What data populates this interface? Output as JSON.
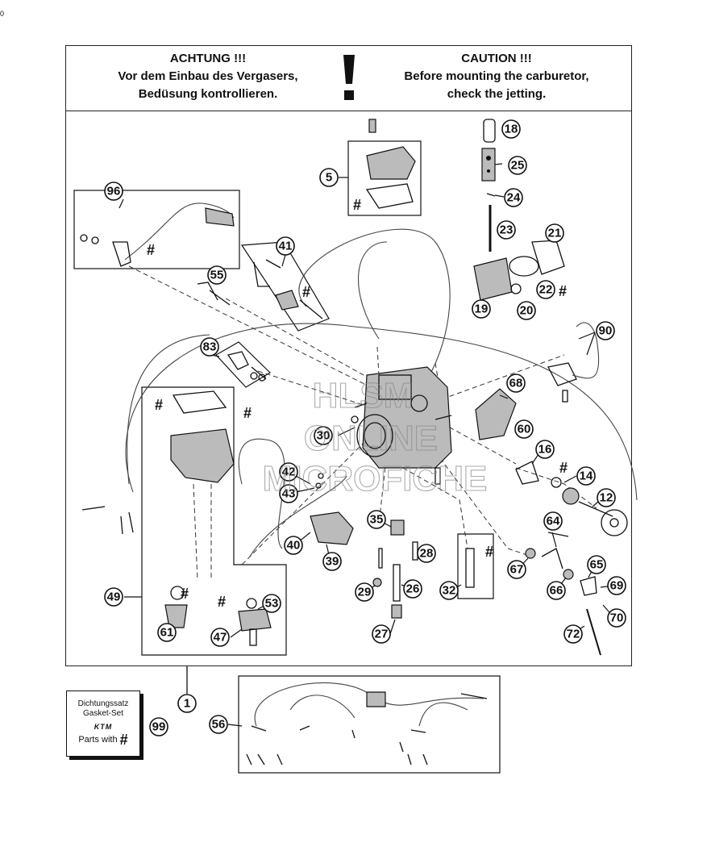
{
  "page_id": "0",
  "warning": {
    "de_title": "ACHTUNG !!!",
    "de_line1": "Vor dem Einbau des Vergasers,",
    "de_line2": "Bedüsung kontrollieren.",
    "en_title": "CAUTION !!!",
    "en_line1": "Before mounting the carburetor,",
    "en_line2": "check the jetting."
  },
  "gasket_set": {
    "line1": "Dichtungssatz",
    "line2": "Gasket-Set",
    "logo": "KTM",
    "parts_with": "Parts with",
    "symbol": "#"
  },
  "watermark": {
    "line1": "HLSM",
    "line2": "ONLINE",
    "line3": "MICROFICHE"
  },
  "hash_symbol": "#",
  "callouts": [
    "1",
    "5",
    "12",
    "14",
    "16",
    "18",
    "19",
    "20",
    "21",
    "22",
    "23",
    "24",
    "25",
    "26",
    "27",
    "28",
    "29",
    "30",
    "32",
    "35",
    "39",
    "40",
    "41",
    "42",
    "43",
    "47",
    "49",
    "53",
    "55",
    "56",
    "60",
    "61",
    "64",
    "65",
    "66",
    "67",
    "68",
    "69",
    "70",
    "72",
    "83",
    "90",
    "96",
    "99"
  ]
}
